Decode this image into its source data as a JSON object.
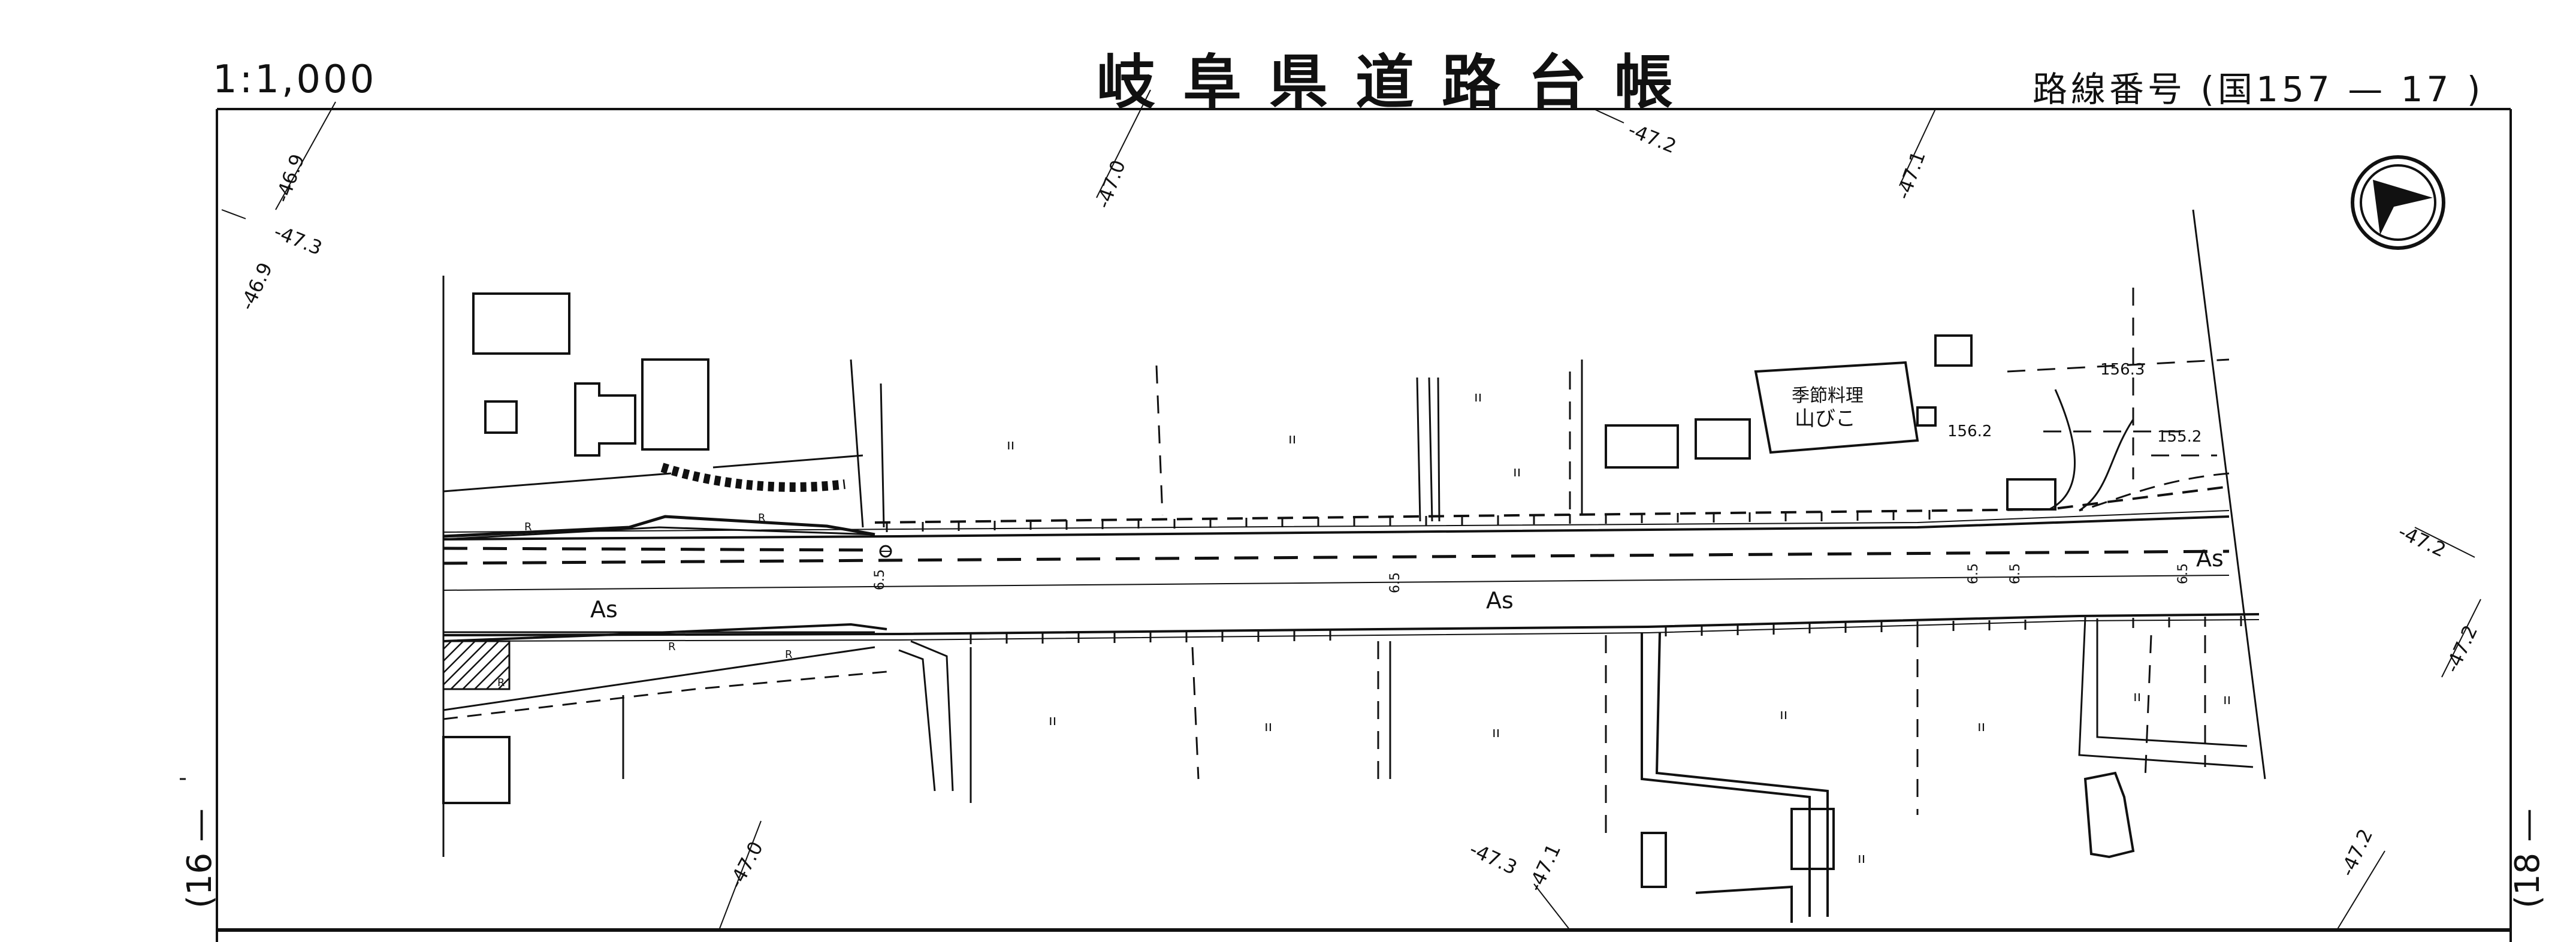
{
  "header": {
    "scale": "1:1,000",
    "title": "岐阜県道路台帳",
    "route": "路線番号 (国157 — 17 )"
  },
  "side_labels": {
    "left": "(16 —",
    "right": "(18 —"
  },
  "map": {
    "compass_icon": "north-arrow-icon",
    "restaurant_name_line1": "季節料理",
    "restaurant_name_line2": "山びこ",
    "surface_labels": [
      "As",
      "As",
      "As"
    ],
    "width_labels": [
      "6.5",
      "6.5",
      "6.5",
      "6.5",
      "6.5"
    ],
    "lot_numbers": [
      "156.3",
      "156.2",
      "155.2"
    ],
    "contours": [
      "-46.9",
      "-47.3",
      "-46.9",
      "-47.0",
      "-47.2",
      "-47.1",
      "-47.2",
      "-47.2",
      "-47.0",
      "-47.3",
      "-47.1",
      "-47.2"
    ],
    "field_marks": [
      "ıı",
      "ıı",
      "ıı",
      "ıı",
      "ıı",
      "ıı",
      "ıı",
      "ıı",
      "ıı",
      "ıı",
      "ıı",
      "ıı"
    ],
    "retaining_marks": [
      "R",
      "R",
      "R",
      "R",
      "R"
    ]
  }
}
